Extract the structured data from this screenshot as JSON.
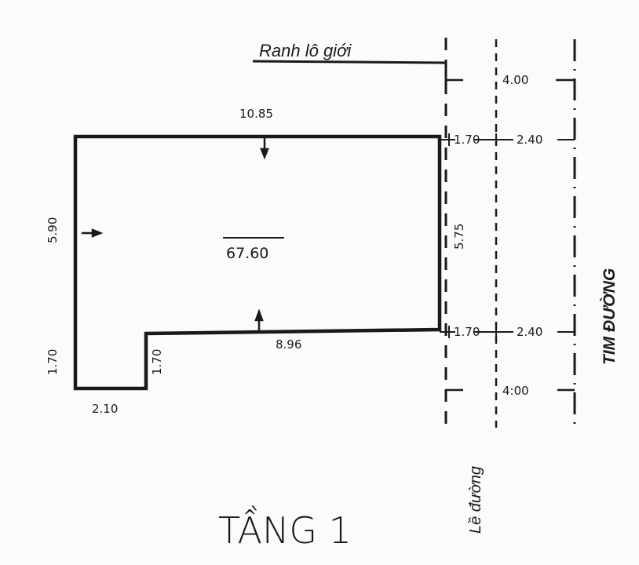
{
  "drawing": {
    "title": "TẦNG 1",
    "boundary_label": "Ranh lô giới",
    "sidewalk_label": "Lề đường",
    "road_center_label": "TIM ĐƯỜNG",
    "area": "67.60",
    "dimensions": {
      "top_width": "10.85",
      "left_height": "5.90",
      "right_height": "5.75",
      "bottom_width": "8.96",
      "notch_left_height": "1.70",
      "notch_inner_height": "1.70",
      "notch_width": "2.10",
      "setback_top": "1.70",
      "setback_bottom": "1.70",
      "sidewalk_top": "2.40",
      "sidewalk_bottom": "2.40",
      "road_top": "4.00",
      "road_bottom": "4:00"
    },
    "colors": {
      "ink": "#1a1a1a",
      "paper": "#fbfbf9"
    }
  }
}
